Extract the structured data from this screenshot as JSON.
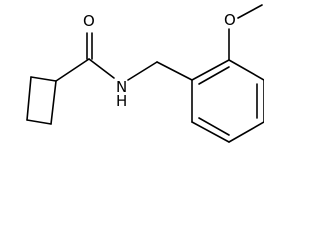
{
  "structure": {
    "atoms": {
      "carbonyl_oxygen": "O",
      "amide_nitrogen": "N",
      "amide_hydrogen": "H",
      "methoxy_oxygen": "O"
    }
  }
}
